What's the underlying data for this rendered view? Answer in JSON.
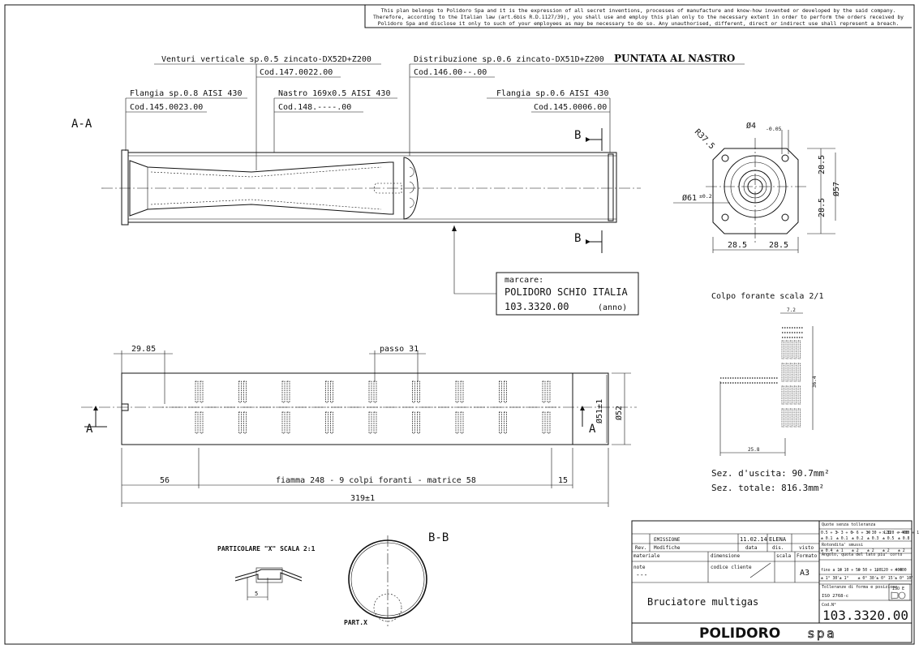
{
  "notice": {
    "line1": "This plan belongs to Polidoro Spa and it is the expression of all secret inventions, processes of manufacture and know-how invented or developed by the said company.",
    "line2": "Therefore, according to the Italian law (art.6bis R.D.1127/39), you shall use and employ this plan only to the necessary extent in order to perform the orders received by",
    "line3": "Polidoro Spa and disclose it only to such of your employees as may be necessary to do so. Any unauthorised, different, direct or indirect use shall represent a breach."
  },
  "section_aa": "A-A",
  "labels": {
    "venturi": "Venturi verticale sp.0.5 zincato-DX52D+Z200",
    "venturi_cod": "Cod.147.0022.00",
    "distribuzione": "Distribuzione sp.0.6 zincato-DX51D+Z200",
    "puntata": "PUNTATA AL NASTRO",
    "distribuzione_cod": "Cod.146.00--.00",
    "flangia_left": "Flangia sp.0.8 AISI 430",
    "flangia_left_cod": "Cod.145.0023.00",
    "nastro": "Nastro 169x0.5 AISI 430",
    "nastro_cod": "Cod.148.----.00",
    "flangia_right": "Flangia sp.0.6 AISI 430",
    "flangia_right_cod": "Cod.145.0006.00",
    "b_marker": "B",
    "a_marker": "A"
  },
  "marking": {
    "title": "marcare:",
    "line1": "POLIDORO SCHIO ITALIA",
    "line2": "103.3320.00",
    "line2_note": "(anno)"
  },
  "flange_view": {
    "radius": "R37.5",
    "hole": "Ø4",
    "hole_tol": "-0.05",
    "diam61": "Ø61",
    "diam61_tol": "±0.2",
    "diam57": "Ø57",
    "d_top": "28.5",
    "d_bottom": "28.5",
    "d_left": "28.5",
    "d_right": "28.5"
  },
  "lower_view": {
    "dim_2985": "29.85",
    "passo": "passo 31",
    "diam51": "Ø51±1",
    "diam52": "Ø52",
    "dim_56": "56",
    "fiamma": "fiamma 248 - 9 colpi foranti - matrice 58",
    "dim_15": "15",
    "dim_319": "319±1"
  },
  "colpo": {
    "title": "Colpo forante scala 2/1",
    "d_top": "7.2",
    "d_side": "36.4",
    "d_bottom": "25.8",
    "sez_uscita": "Sez. d'uscita: 90.7mm²",
    "sez_totale": "Sez. totale: 816.3mm²"
  },
  "detail_x": {
    "title": "PARTICOLARE \"X\" SCALA 2:1",
    "dim": "5"
  },
  "section_bb": {
    "title": "B-B",
    "part": "PART.X"
  },
  "title_block": {
    "emissione": "EMISSIONE",
    "date": "11.02.14",
    "author": "ELENA",
    "rev": "Rev.",
    "modifiche": "Modifiche",
    "data": "data",
    "dis": "dis.",
    "visto": "visto",
    "materiale": "materiale",
    "dimensione": "dimensione",
    "scala": "scala",
    "formato": "Formato",
    "note": "note",
    "note_val": "---",
    "codice_cliente": "codice cliente",
    "format_val": "A3",
    "description": "Bruciatore multigas",
    "cod_label": "Cod.N°",
    "code": "103.3320.00",
    "brand": "POLIDORO",
    "brand_suffix": "spa",
    "quote_title": "Quote senza tolleranza",
    "quote_ranges": [
      "0.5 ÷ 3",
      "> 3 ÷ 6",
      "> 6 ÷ 30",
      "> 30 ÷ 120",
      "> 120 ÷ 400",
      "> 400 ÷ 1000"
    ],
    "quote_tols": [
      "± 0.1",
      "± 0.1",
      "± 0.2",
      "± 0.3",
      "± 0.5",
      "± 0.8"
    ],
    "arrotondamento": "Rotondita' smussi",
    "arr_values": [
      "± 0.4",
      "± 1",
      "± 2",
      "± 2",
      "± 2",
      "± 2"
    ],
    "angolo": "Angolo, quota del lato piu' corto",
    "ang_ranges": [
      "fino a 10",
      "> 10 ÷ 50",
      "> 50 ÷ 120",
      "> 120 ÷ 400",
      "> 400"
    ],
    "ang_values": [
      "± 1° 30'",
      "± 1°",
      "± 0° 30'",
      "± 0° 15'",
      "± 0° 10'"
    ],
    "tolleranze": "Tolleranze di forma e posizione",
    "iso": "ISO 2768-c",
    "iso_e": "ISO E"
  }
}
